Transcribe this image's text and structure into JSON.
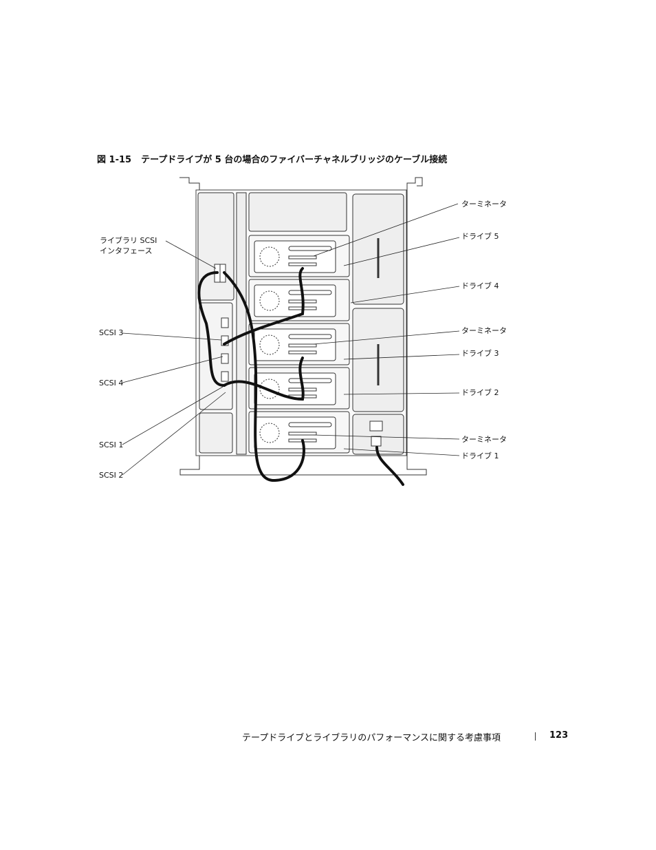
{
  "figure": {
    "number": "図 1-15",
    "title": "テープドライブが 5 台の場合のファイバーチャネルブリッジのケーブル接続"
  },
  "callouts": {
    "library_interface_line1": "ライブラリ SCSI",
    "library_interface_line2": "インタフェース",
    "scsi3": "SCSI 3",
    "scsi4": "SCSI 4",
    "scsi1": "SCSI 1",
    "scsi2": "SCSI 2",
    "terminator_top": "ターミネータ",
    "drive5": "ドライブ 5",
    "drive4": "ドライブ 4",
    "terminator_mid": "ターミネータ",
    "drive3": "ドライブ 3",
    "drive2": "ドライブ 2",
    "terminator_bottom": "ターミネータ",
    "drive1": "ドライブ 1"
  },
  "footer": {
    "section_title": "テープドライブとライブラリのパフォーマンスに関する考慮事項",
    "page_number": "123"
  }
}
